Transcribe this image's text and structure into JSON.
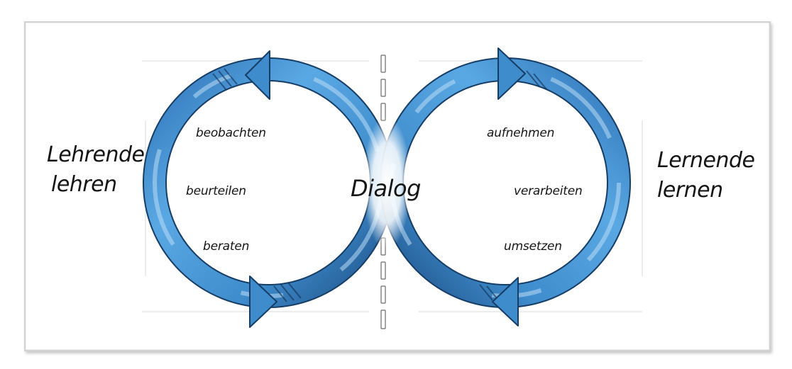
{
  "left_group": {
    "title_line1": "Lehrende",
    "title_line2": "lehren",
    "steps": [
      "beobachten",
      "beurteilen",
      "beraten"
    ]
  },
  "center": {
    "label": "Dialog"
  },
  "right_group": {
    "title_line1": "Lernende",
    "title_line2": "lernen",
    "steps": [
      "aufnehmen",
      "verarbeiten",
      "umsetzen"
    ]
  },
  "colors": {
    "loop_fill": "#4a9ad8",
    "loop_light": "#b9dcf5",
    "loop_dark": "#1d4f86",
    "ink": "#151515",
    "frame": "#d2d2d2"
  },
  "icons": [
    "arrow-head-icon",
    "dashed-divider"
  ]
}
